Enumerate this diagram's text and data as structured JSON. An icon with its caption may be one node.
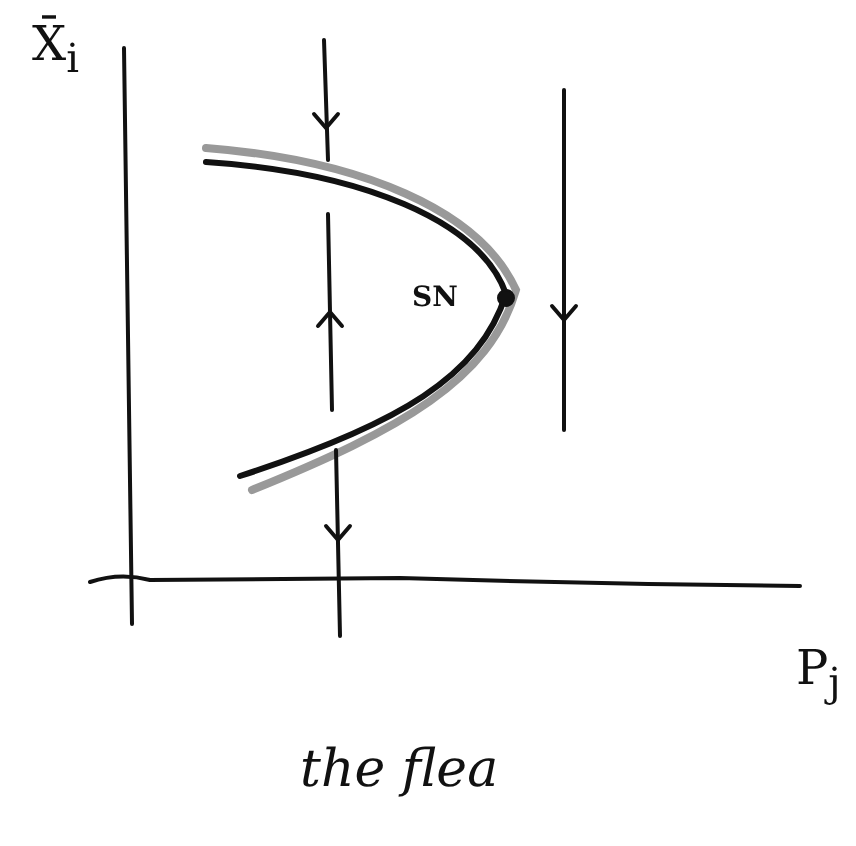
{
  "diagram": {
    "caption": "the flea",
    "labels": [
      "X̄$_{i}$",
      "SN",
      "P$_{j}$"
    ]
  }
}
